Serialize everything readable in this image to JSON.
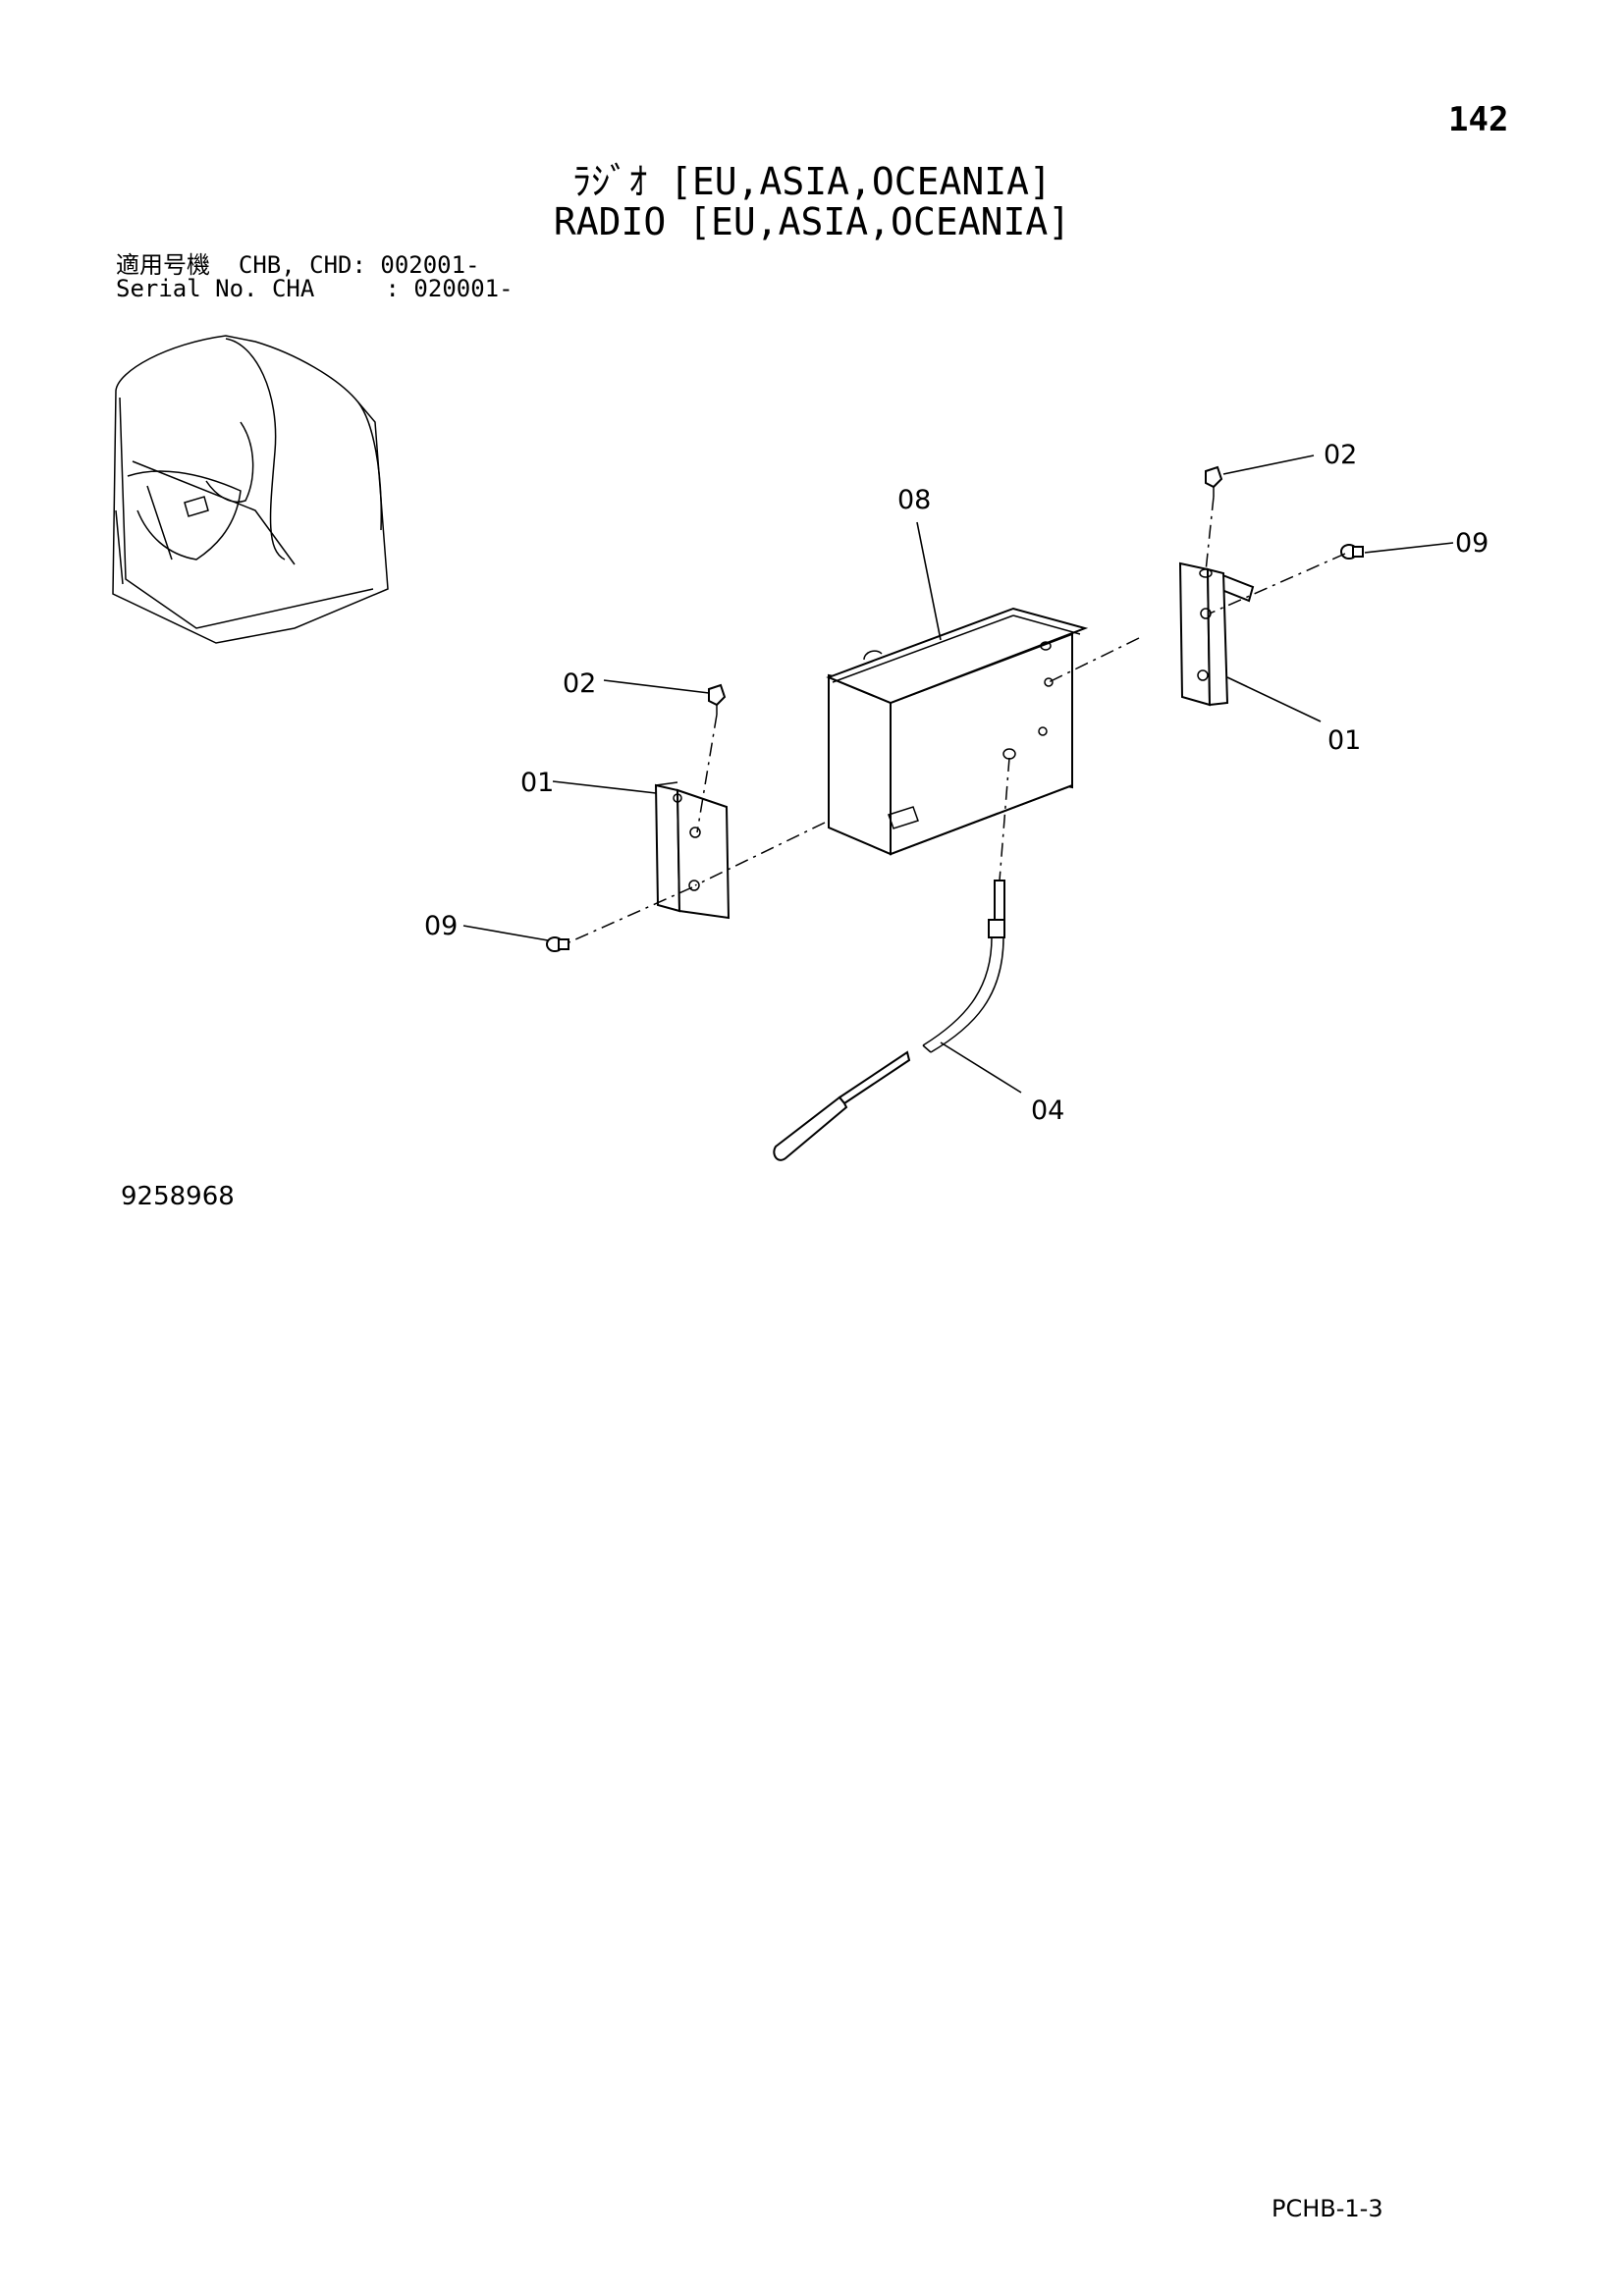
{
  "page_number": "142",
  "title_jp": "ﾗｼﾞｵ [EU,ASIA,OCEANIA]",
  "title_en": "RADIO [EU,ASIA,OCEANIA]",
  "applicability": {
    "line1": "適用号機  CHB, CHD: 002001-",
    "line2": "Serial No. CHA     : 020001-"
  },
  "callouts": {
    "c02_top": "02",
    "c09_right": "09",
    "c08": "08",
    "c01_right": "01",
    "c02_left": "02",
    "c01_left": "01",
    "c09_left": "09",
    "c04": "04"
  },
  "drawing_number": "9258968",
  "footer_code": "PCHB-1-3"
}
